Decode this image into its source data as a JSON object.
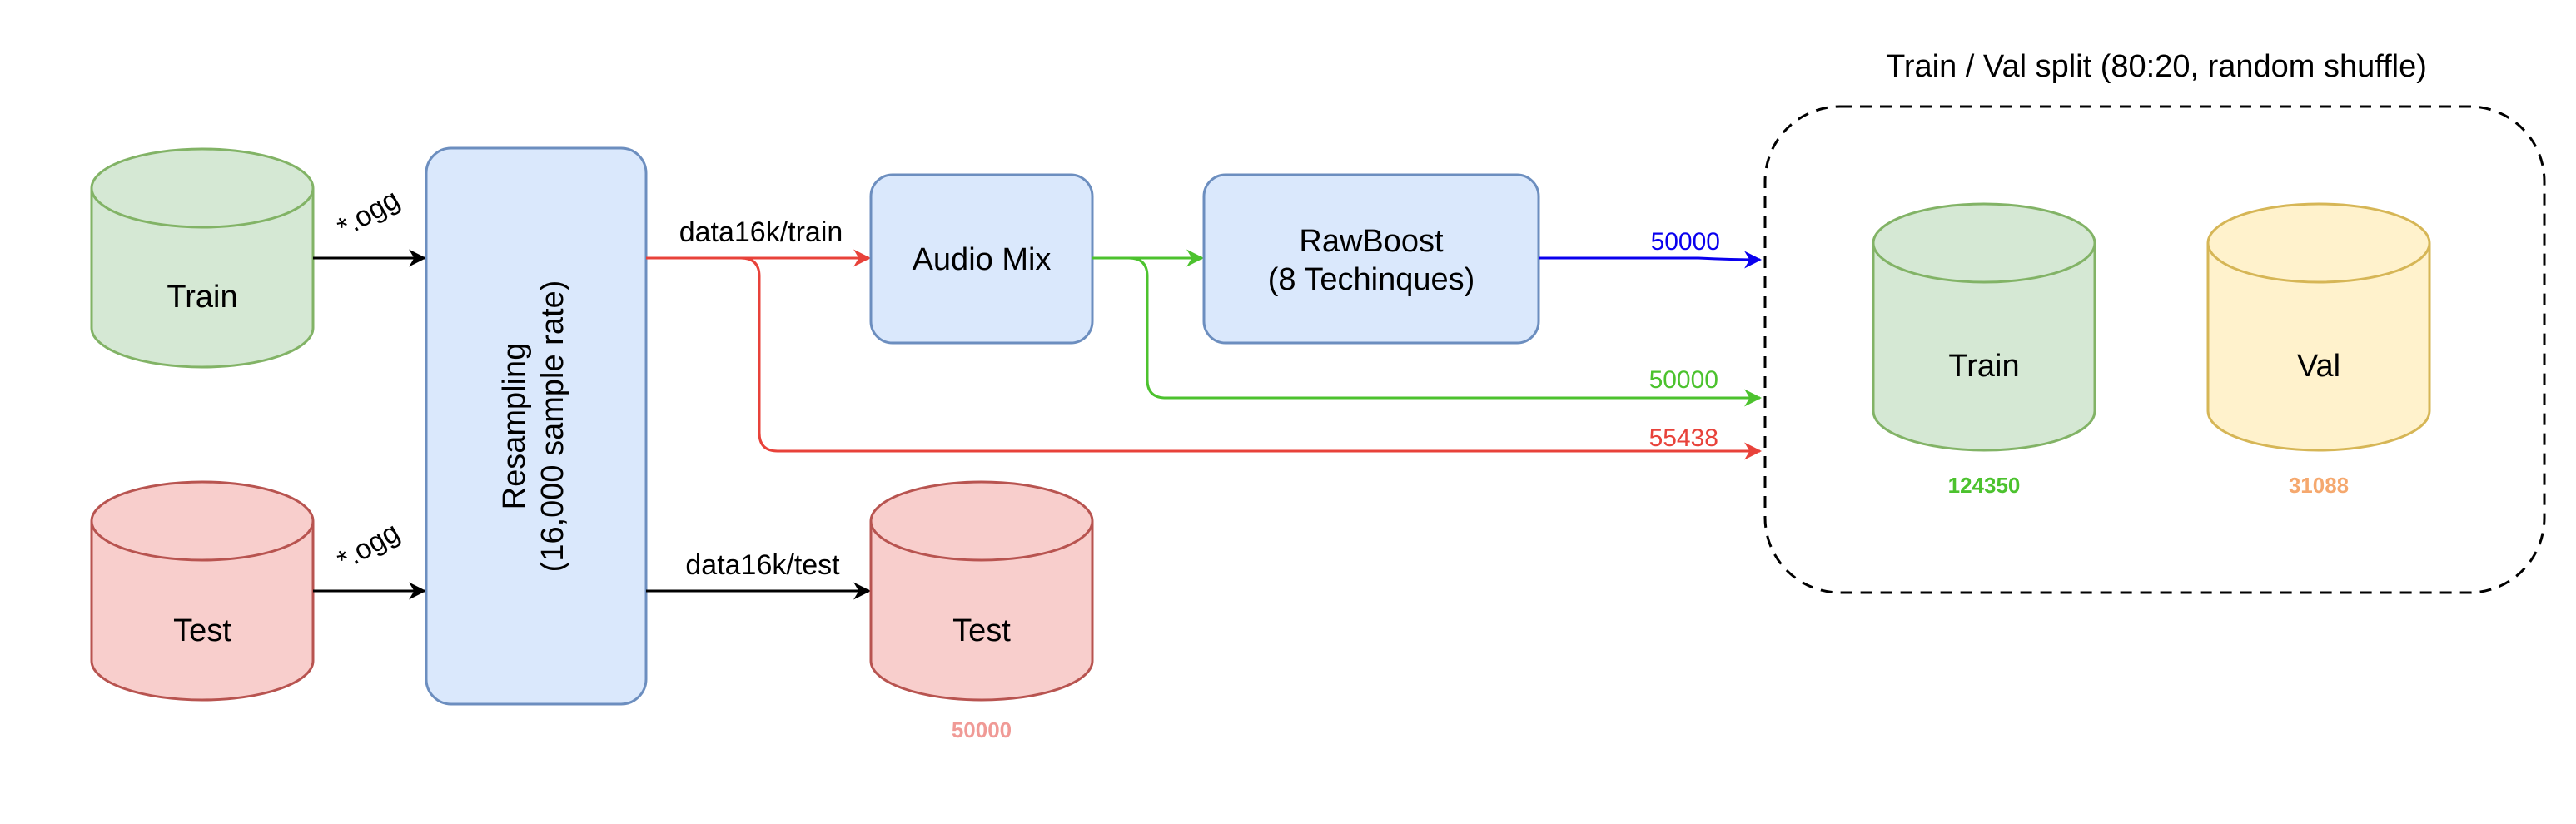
{
  "title": "Train / Val split (80:20, random shuffle)",
  "sources": {
    "train_label": "Train",
    "test_label": "Test",
    "ogg_train": "*.ogg",
    "ogg_test": "*.ogg"
  },
  "resampling": {
    "line1": "Resampling",
    "line2": "(16,000 sample rate)"
  },
  "edges": {
    "train_path": "data16k/train",
    "test_path": "data16k/test",
    "rawboost_count": "50000",
    "audiomix_count": "50000",
    "direct_count": "55438"
  },
  "audio_mix": {
    "label": "Audio Mix"
  },
  "rawboost": {
    "line1": "RawBoost",
    "line2": "(8 Techinques)"
  },
  "test_out": {
    "label": "Test",
    "count": "50000"
  },
  "split": {
    "train_label": "Train",
    "train_count": "124350",
    "val_label": "Val",
    "val_count": "31088"
  },
  "colors": {
    "green_fill": "#d5e8d4",
    "green_stroke": "#82b366",
    "red_fill": "#f8cecc",
    "red_stroke": "#b85450",
    "blue_fill": "#dae8fc",
    "blue_stroke": "#6c8ebf",
    "yellow_fill": "#fff2cc",
    "yellow_stroke": "#d6b656",
    "edge_red": "#e8423a",
    "edge_green": "#4cc22e",
    "edge_blue": "#0a00ee",
    "count_green": "#4cc22e",
    "count_orange": "#f5a86e",
    "count_pink": "#f09a96"
  }
}
